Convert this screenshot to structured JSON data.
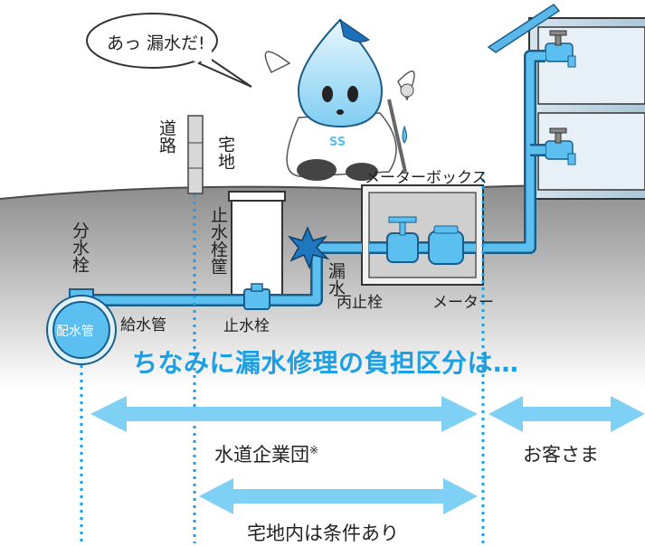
{
  "speech_bubble": "あっ 漏水だ!",
  "labels": {
    "road": "道路",
    "residential_land": "宅地",
    "meter_box": "メーターボックス",
    "branch_valve": "分水栓",
    "stop_valve_box": "止水栓筐",
    "leak": "漏水",
    "check_valve": "丙止栓",
    "meter": "メーター",
    "service_pipe": "給水管",
    "stop_valve": "止水栓",
    "distribution_pipe": "配水管"
  },
  "headline": "ちなみに漏水修理の負担区分は…",
  "ranges": {
    "water_authority": "水道企業団",
    "water_authority_note": "※",
    "residential_note": "宅地内は条件あり",
    "customer": "お客さま"
  },
  "mascot_badge": "SS",
  "colors": {
    "pipe": "#5bc0ef",
    "pipe_outline": "#1a5c8a",
    "headline": "#1d9fe3",
    "arrow": "#7fd0f5",
    "ground": "#8f8f8f",
    "wall": "#bcd3e2",
    "splash": "#1f78bd"
  }
}
